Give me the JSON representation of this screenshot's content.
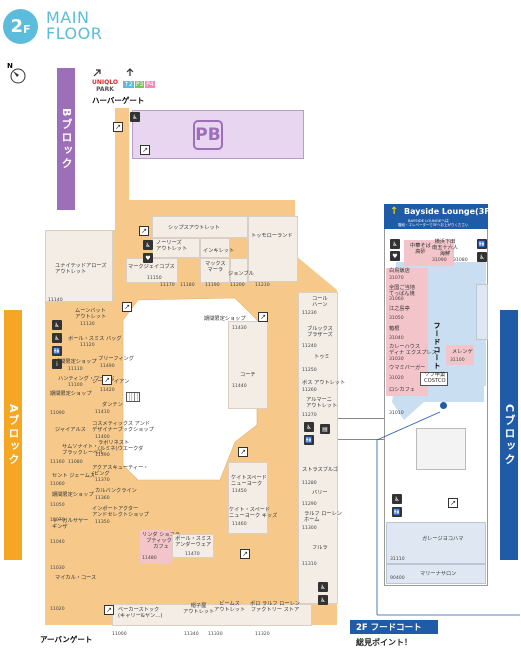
{
  "header": {
    "badge_number": "2",
    "badge_letter": "F",
    "title_line1": "MAIN",
    "title_line2": "FLOOR",
    "north": "N"
  },
  "colors": {
    "accent": "#5bbcdc",
    "b_block": "#9d6fb8",
    "a_block": "#f5a623",
    "c_block": "#1f5ba6",
    "mall": "#f6c98b",
    "parking": "#e8d6f0",
    "foodcourt": "#c9dff1"
  },
  "blocks": {
    "b": "Bブロック",
    "a": "Aブロック",
    "c": "Cブロック"
  },
  "top": {
    "uniqlo": "UNIQLO",
    "park": "PARK",
    "floors": [
      "↑2",
      "P3",
      "P4"
    ],
    "harbor_gate": "ハーバーゲート"
  },
  "parking": {
    "label": "PB"
  },
  "urban_gate": "アーバンゲート",
  "bayside": {
    "title": "Bayside Lounge(3F)",
    "sub1": "BAYSIDE LOUNGEへは",
    "sub2": "階段・エレベーターで3Fへお上がりください"
  },
  "foodcourt": {
    "label": "フードコート",
    "banner": "2F フードコート",
    "banner_sub": "総見ポイント！"
  },
  "shops": [
    {
      "name": "シップスアウトレット",
      "num": ""
    },
    {
      "name": "トッモローランド",
      "num": ""
    },
    {
      "name": "ノーリーズ\nアウトレット",
      "num": ""
    },
    {
      "name": "インキレット",
      "num": ""
    },
    {
      "name": "マークジェイコブス",
      "num": "11150"
    },
    {
      "name": "マックス\nマーラ",
      "num": ""
    },
    {
      "name": "ジョンブル",
      "num": ""
    },
    {
      "name": "ユナイテッドアローズ\nアウトレット",
      "num": ""
    },
    {
      "name": "ムーンバット\nアウトレット",
      "num": "11130"
    },
    {
      "name": "ボール・スミス バッグ",
      "num": "11120"
    },
    {
      "name": "期間限定ショップ",
      "num": "11110"
    },
    {
      "name": "ハンティング・ワールド",
      "num": "11100"
    },
    {
      "name": "期間限定ショップ",
      "num": "11090"
    },
    {
      "name": "ジャイアルス",
      "num": ""
    },
    {
      "name": "サムソナイト・\nブラックレーベル",
      "num": ""
    },
    {
      "name": "セント ジェームス",
      "num": "11060"
    },
    {
      "name": "期間限定ショップ",
      "num": "11050"
    },
    {
      "name": "リーガルサヤー\nギンザ",
      "num": ""
    },
    {
      "name": "マイカル・コース",
      "num": ""
    },
    {
      "name": "ブリーフィング",
      "num": "11490"
    },
    {
      "name": "シーブ アイアン",
      "num": "11420"
    },
    {
      "name": "ダンテン",
      "num": "11410"
    },
    {
      "name": "コスメティックス アンド\nデザイナーブックショップ",
      "num": "11400"
    },
    {
      "name": "ラボリネスト\n(ルミネ)ウエークダ",
      "num": "11390"
    },
    {
      "name": "アクアスキューティー・\n(ピング",
      "num": "11370"
    },
    {
      "name": "カルバンクライン",
      "num": "11360"
    },
    {
      "name": "インポートアクター\nアンドセレクトショップ",
      "num": "11350"
    },
    {
      "name": "リンダ ショコラ\nブティック&\nカフェ",
      "num": "11480"
    },
    {
      "name": "ポール・スミス\nアンダーウェア",
      "num": "11470"
    },
    {
      "name": "期間限定ショップ",
      "num": "11430"
    },
    {
      "name": "コーチ",
      "num": "11440"
    },
    {
      "name": "ケイトスペード\nニューヨーク",
      "num": "11450"
    },
    {
      "name": "ケイト・スペード\nニューヨーク キッズ",
      "num": "11460"
    },
    {
      "name": "コール\nハーン",
      "num": "11230"
    },
    {
      "name": "ブルックス\nブラザーズ",
      "num": "11240"
    },
    {
      "name": "トゥミ",
      "num": "11250"
    },
    {
      "name": "ボス アウトレット",
      "num": "11260"
    },
    {
      "name": "アルマーニ\nアウトレット",
      "num": "11270"
    },
    {
      "name": "ストラスブルゴ",
      "num": "11280"
    },
    {
      "name": "バリー",
      "num": "11290"
    },
    {
      "name": "ラルフ ローレン\nホーム",
      "num": "11300"
    },
    {
      "name": "フルラ",
      "num": "11310"
    },
    {
      "name": "ベーカーストック\n(キャリー&ヤン…)",
      "num": "11000"
    },
    {
      "name": "帽子屋\nアウトレット",
      "num": "11340"
    },
    {
      "name": "ビームス\nアウトレット",
      "num": "11330"
    },
    {
      "name": "ポロ ラルフ ローレン\nファクトリー ストア",
      "num": "11320"
    },
    {
      "name": "ガレージヨコハマ",
      "num": "31110"
    },
    {
      "name": "マリーナサロン",
      "num": "90400"
    }
  ],
  "food": [
    {
      "name": "中華そば\n高砂",
      "num": ""
    },
    {
      "name": "横浜下田\n南五十六人\n海鮮",
      "num": "31090"
    },
    {
      "name": "白鳥飯店",
      "num": "31070"
    },
    {
      "name": "全国ご当地\nてっぱん焼",
      "num": "31060"
    },
    {
      "name": "江之島亭",
      "num": "31050"
    },
    {
      "name": "箱根",
      "num": "31040"
    },
    {
      "name": "カレーハウス\nディナ エクスプレス",
      "num": "31030"
    },
    {
      "name": "ウマミバーガー",
      "num": "31020"
    },
    {
      "name": "ロシカフェ",
      "num": "31010"
    },
    {
      "name": "メレンゲ",
      "num": "31100"
    },
    {
      "name": "ソフ甲菓\nCOSTCO",
      "num": ""
    }
  ],
  "unit_nums": [
    "11170",
    "11180",
    "11190",
    "11200",
    "11210",
    "11140",
    "11160",
    "11080",
    "11070",
    "11040",
    "11030",
    "11020",
    "11010",
    "31080"
  ]
}
